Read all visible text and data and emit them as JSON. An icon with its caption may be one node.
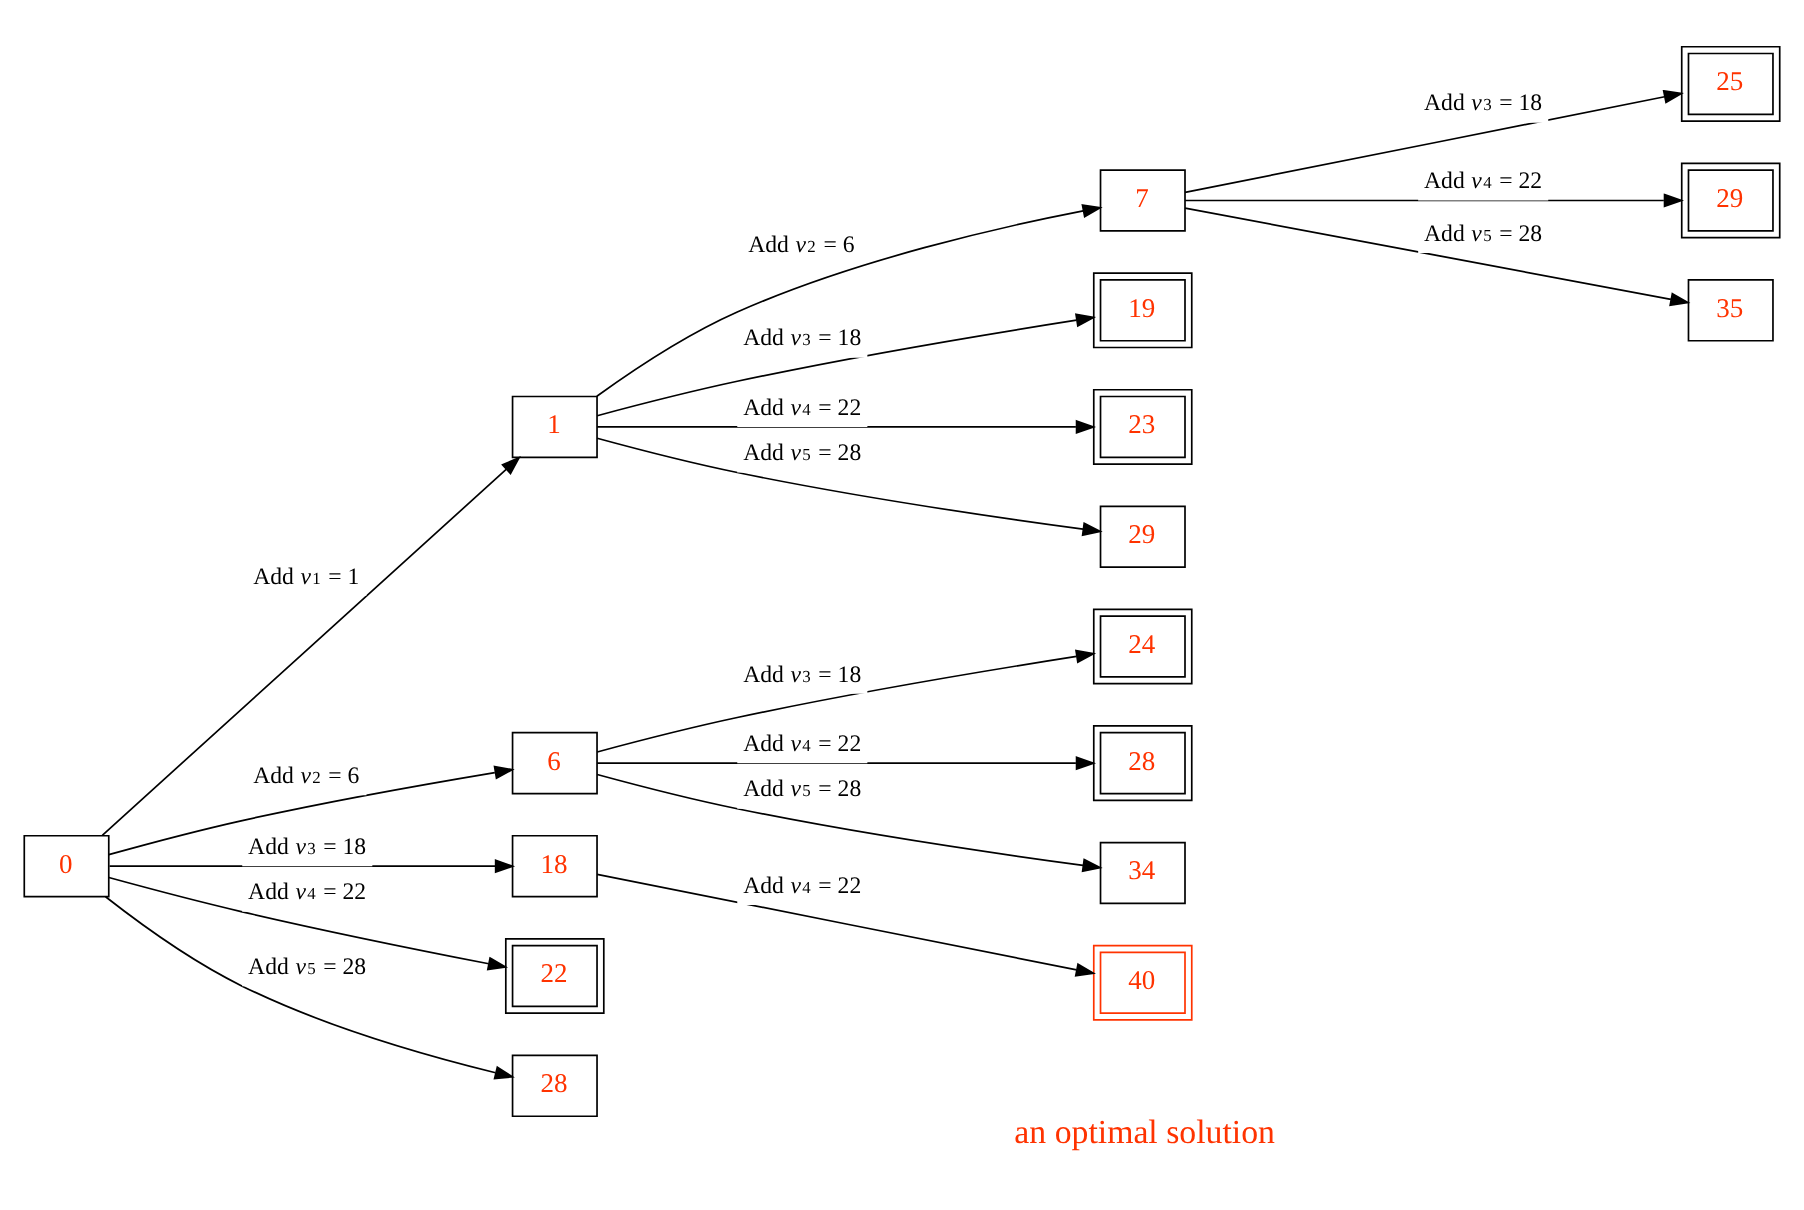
{
  "diagram": {
    "nodes": [
      {
        "text": [
          "0"
        ]
      },
      {
        "text": [
          "1"
        ]
      },
      {
        "text": [
          "6"
        ]
      },
      {
        "text": [
          "18"
        ]
      },
      {
        "text": [
          "22"
        ]
      },
      {
        "text": [
          "28"
        ]
      },
      {
        "text": [
          "7"
        ]
      },
      {
        "text": [
          "19"
        ]
      },
      {
        "text": [
          "23"
        ]
      },
      {
        "text": [
          "29"
        ]
      },
      {
        "text": [
          "24"
        ]
      },
      {
        "text": [
          "28"
        ]
      },
      {
        "text": [
          "34"
        ]
      },
      {
        "text": [
          "40"
        ],
        "beside": [
          "an optimal solution"
        ]
      },
      {
        "text": [
          "25"
        ]
      },
      {
        "text": [
          "29"
        ]
      },
      {
        "text": [
          "35"
        ]
      }
    ],
    "edges": [
      {
        "from": 0,
        "to": 1,
        "arrow": "to",
        "label": "Add *v*$_{1}$ = 1"
      },
      {
        "from": 0,
        "to": 2,
        "arrow": "to",
        "label": "Add *v*$_{2}$ = 6"
      },
      {
        "from": 0,
        "to": 3,
        "arrow": "to",
        "label": "Add *v*$_{3}$ = 18"
      },
      {
        "from": 0,
        "to": 4,
        "arrow": "to",
        "label": "Add *v*$_{4}$ = 22"
      },
      {
        "from": 0,
        "to": 5,
        "arrow": "to",
        "label": "Add *v*$_{5}$ = 28"
      },
      {
        "from": 1,
        "to": 6,
        "arrow": "to",
        "label": "Add *v*$_{2}$ = 6"
      },
      {
        "from": 1,
        "to": 7,
        "arrow": "to",
        "label": "Add *v*$_{3}$ = 18"
      },
      {
        "from": 1,
        "to": 8,
        "arrow": "to",
        "label": "Add *v*$_{4}$ = 22"
      },
      {
        "from": 1,
        "to": 9,
        "arrow": "to",
        "label": "Add *v*$_{5}$ = 28"
      },
      {
        "from": 2,
        "to": 10,
        "arrow": "to",
        "label": "Add *v*$_{3}$ = 18"
      },
      {
        "from": 2,
        "to": 11,
        "arrow": "to",
        "label": "Add *v*$_{4}$ = 22"
      },
      {
        "from": 2,
        "to": 12,
        "arrow": "to",
        "label": "Add *v*$_{5}$ = 28"
      },
      {
        "from": 3,
        "to": 13,
        "arrow": "to",
        "label": "Add *v*$_{4}$ = 22"
      },
      {
        "from": 6,
        "to": 14,
        "arrow": "to",
        "label": "Add *v*$_{3}$ = 18"
      },
      {
        "from": 6,
        "to": 15,
        "arrow": "to",
        "label": "Add *v*$_{4}$ = 22"
      },
      {
        "from": 6,
        "to": 16,
        "arrow": "to",
        "label": "Add *v*$_{5}$ = 28"
      }
    ]
  }
}
